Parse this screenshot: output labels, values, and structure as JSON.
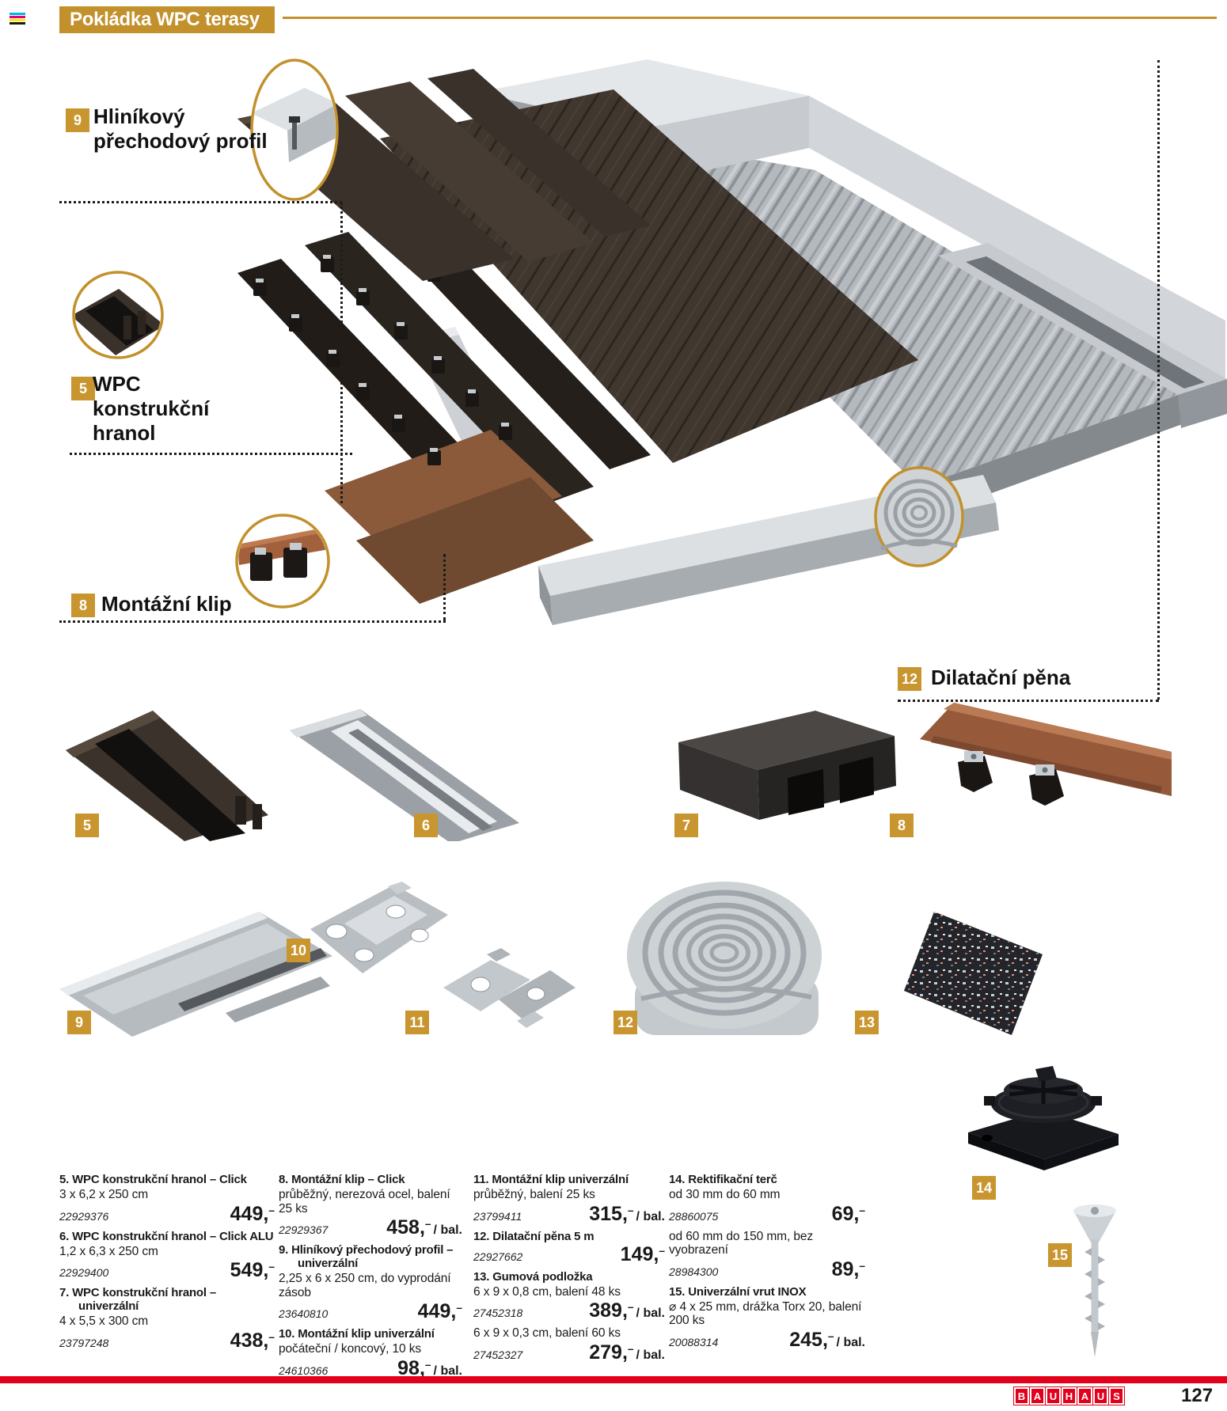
{
  "header": {
    "title": "Pokládka WPC terasy"
  },
  "colors": {
    "gold": "#c2912c",
    "badge_gold": "#c9952f",
    "red": "#e2001a"
  },
  "price_comma": ",",
  "price_dash": "–",
  "callouts": {
    "c9": {
      "num": "9",
      "lines": [
        "Hliníkový",
        "přechodový profil"
      ]
    },
    "c5": {
      "num": "5",
      "lines": [
        "WPC",
        "konstrukční",
        "hranol"
      ]
    },
    "c8": {
      "num": "8",
      "lines": [
        "Montážní klip"
      ]
    },
    "c12": {
      "num": "12",
      "lines": [
        "Dilatační pěna"
      ]
    }
  },
  "badges": {
    "b5": "5",
    "b6": "6",
    "b7": "7",
    "b8": "8",
    "b9": "9",
    "b10": "10",
    "b11": "11",
    "b12": "12",
    "b13": "13",
    "b14": "14",
    "b15": "15"
  },
  "products": {
    "col1": [
      {
        "name": "5. WPC konstrukční hranol – Click",
        "desc": "3 x 6,2 x 250 cm",
        "art": "22929376",
        "price": "449"
      },
      {
        "name": "6. WPC konstrukční hranol – Click ALU",
        "desc": "1,2 x 6,3  x 250 cm",
        "art": "22929400",
        "price": "549"
      },
      {
        "name": "7. WPC konstrukční hranol – univerzální",
        "desc": "4 x 5,5 x 300 cm",
        "art": "23797248",
        "price": "438"
      }
    ],
    "col2": [
      {
        "name": "8. Montážní klip – Click",
        "desc": "průběžný, nerezová ocel, balení 25 ks",
        "art": "22929367",
        "price": "458",
        "unit": "/ bal."
      },
      {
        "name": "9. Hliníkový přechodový profil – univerzální",
        "desc": "2,25 x 6 x 250 cm, do vyprodání zásob",
        "art": "23640810",
        "price": "449"
      },
      {
        "name": "10. Montážní klip univerzální",
        "desc": "počáteční / koncový, 10 ks",
        "art": "24610366",
        "price": "98",
        "unit": "/ bal."
      }
    ],
    "col3": [
      {
        "name": "11. Montážní klip univerzální",
        "desc": "průběžný, balení 25 ks",
        "art": "23799411",
        "price": "315",
        "unit": "/ bal."
      },
      {
        "name": "12. Dilatační pěna 5 m",
        "art": "22927662",
        "price": "149"
      },
      {
        "name": "13. Gumová podložka",
        "desc": "6 x 9 x 0,8 cm, balení 48 ks",
        "art": "27452318",
        "price": "389",
        "unit": "/ bal.",
        "desc2": "6 x 9 x 0,3 cm, balení 60 ks",
        "art2": "27452327",
        "price2": "279",
        "unit2": "/ bal."
      }
    ],
    "col4": [
      {
        "name": "14. Rektifikační terč",
        "desc": "od 30 mm do 60 mm",
        "art": "28860075",
        "price": "69",
        "desc2": "od 60 mm do 150 mm, bez vyobrazení",
        "art2": "28984300",
        "price2": "89"
      },
      {
        "name": "15. Univerzální vrut INOX",
        "desc": "⌀ 4 x 25 mm, drážka Torx 20, balení 200 ks",
        "art": "20088314",
        "price": "245",
        "unit": "/ bal."
      }
    ]
  },
  "footer": {
    "brand_letters": [
      "B",
      "A",
      "U",
      "H",
      "A",
      "U",
      "S"
    ],
    "page": "127"
  }
}
